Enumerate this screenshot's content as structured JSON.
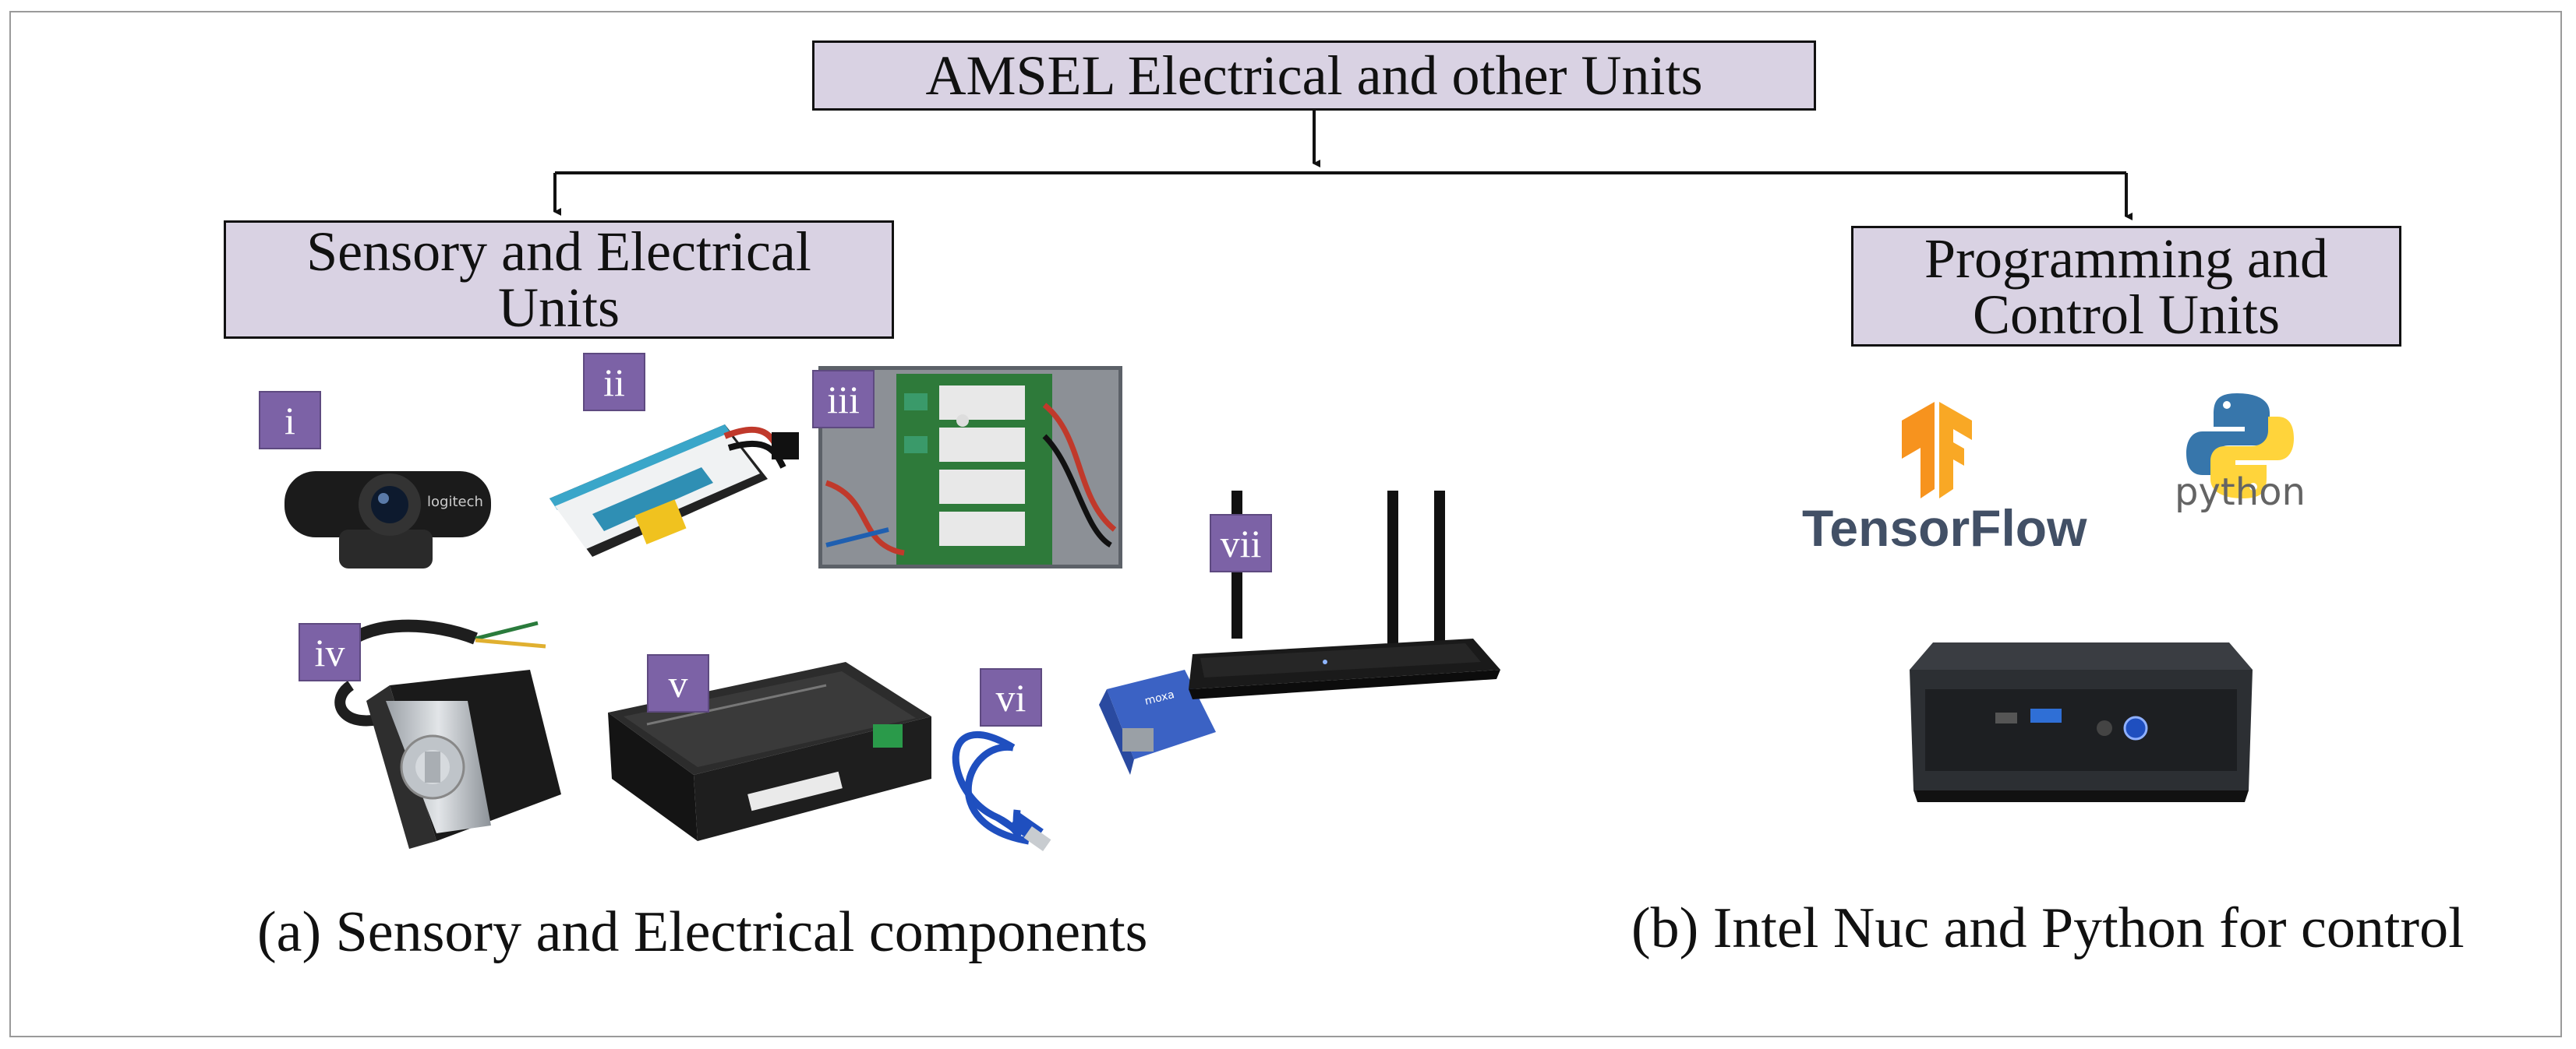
{
  "root": {
    "title": "AMSEL Electrical and other Units"
  },
  "branches": {
    "left": {
      "title_line1": "Sensory and Electrical",
      "title_line2": "Units"
    },
    "right": {
      "title_line1": "Programming and",
      "title_line2": "Control Units"
    }
  },
  "component_tags": [
    "i",
    "ii",
    "iii",
    "iv",
    "v",
    "vi",
    "vii"
  ],
  "logos": {
    "tensorflow": "TensorFlow",
    "python": "python"
  },
  "captions": {
    "a": "(a) Sensory and Electrical components",
    "b": "(b) Intel Nuc and Python for control"
  },
  "colors": {
    "box_fill": "#d9d2e3",
    "tag_fill": "#7c62a6",
    "tf_orange": "#f7931e",
    "py_blue": "#3776ab",
    "py_yellow": "#ffd43b"
  }
}
